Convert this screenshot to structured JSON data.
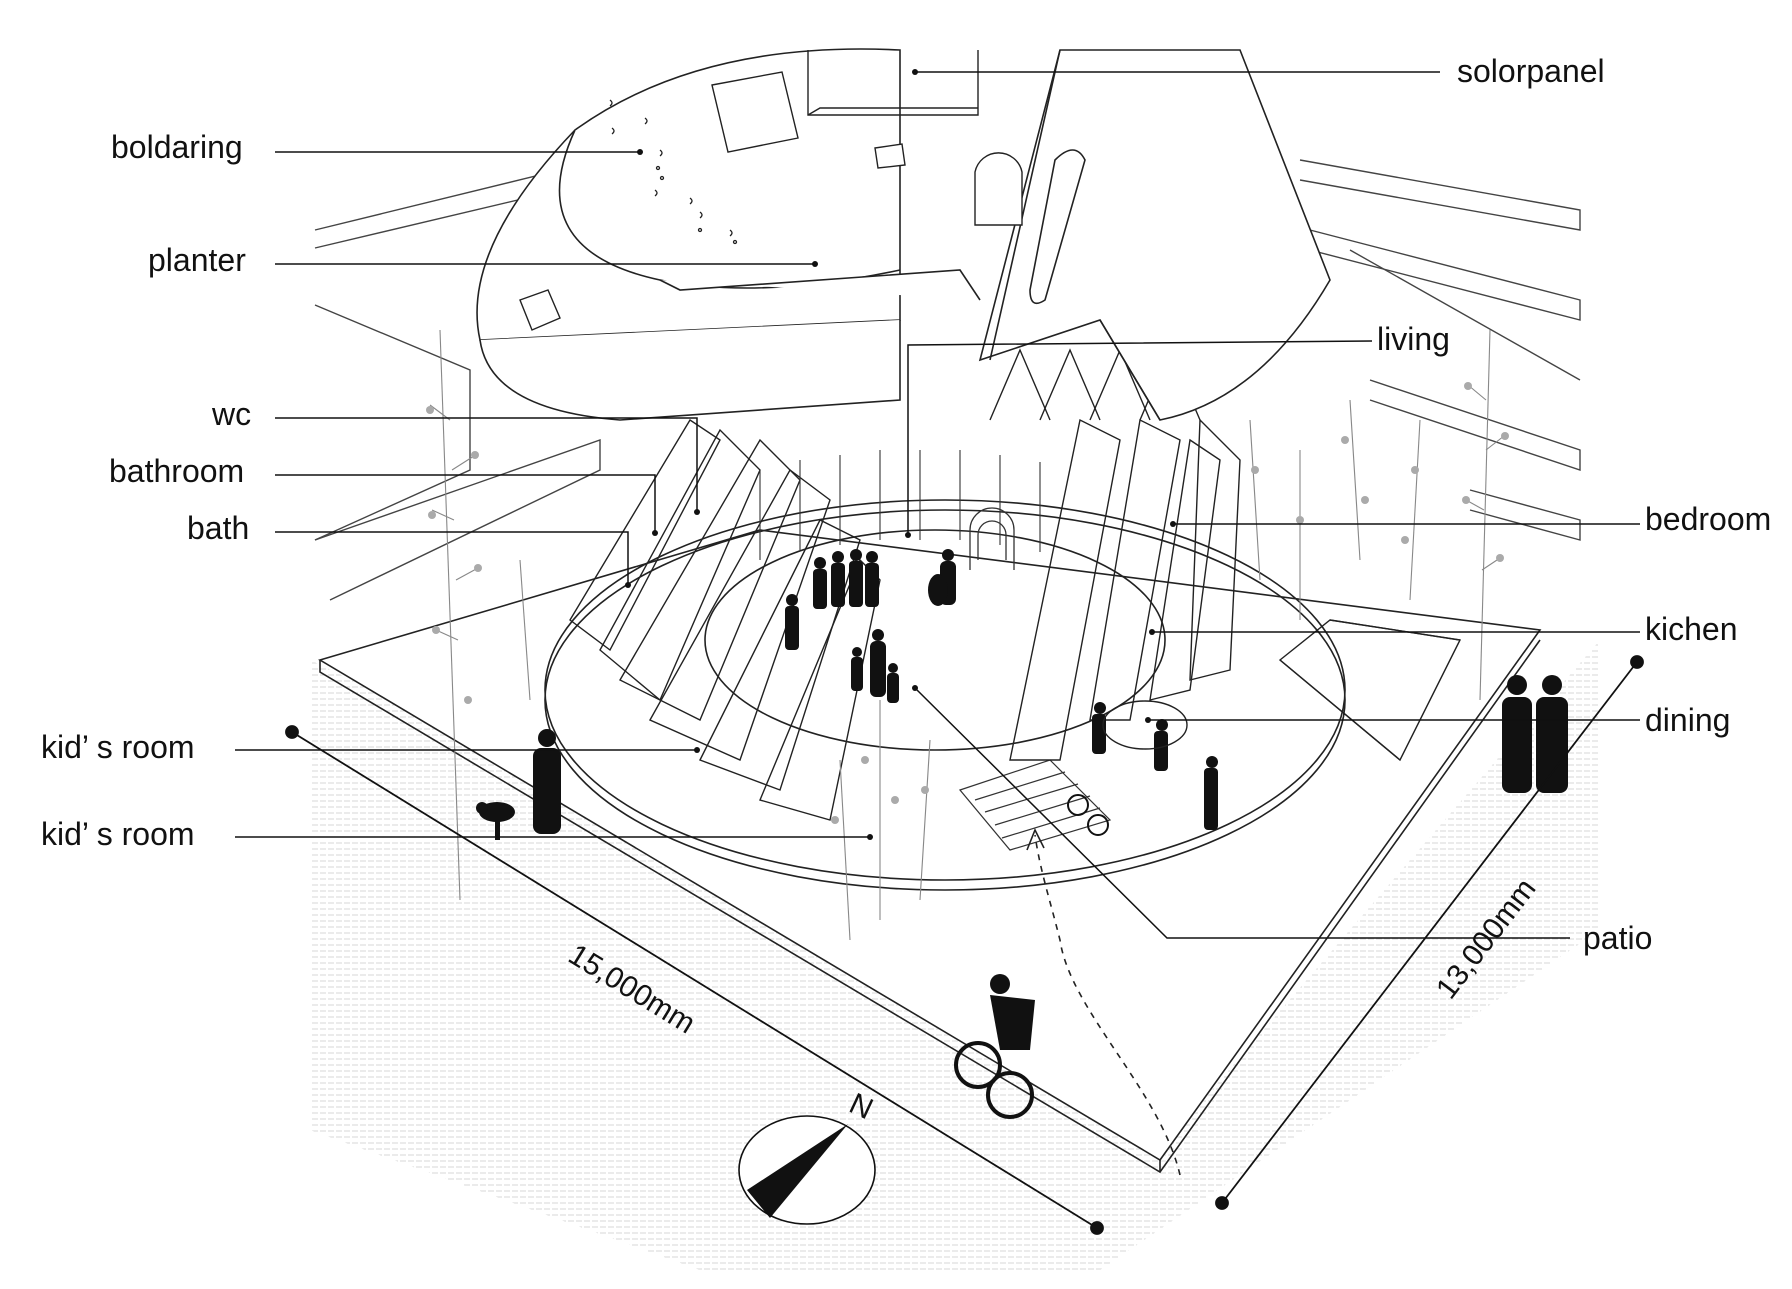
{
  "labels": {
    "solorpanel": "solorpanel",
    "boldaring": "boldaring",
    "planter": "planter",
    "living": "living",
    "wc": "wc",
    "bathroom": "bathroom",
    "bath": "bath",
    "bedroom": "bedroom",
    "kichen": "kichen",
    "dining": "dining",
    "kids_room_1": "kid’ s room",
    "kids_room_2": "kid’ s room",
    "patio": "patio"
  },
  "dimensions": {
    "width": "15,000mm",
    "depth": "13,000mm"
  },
  "compass": {
    "north": "N"
  },
  "colors": {
    "line": "#222222",
    "silhouette": "#111111",
    "hatch": "#cfcfcf"
  }
}
